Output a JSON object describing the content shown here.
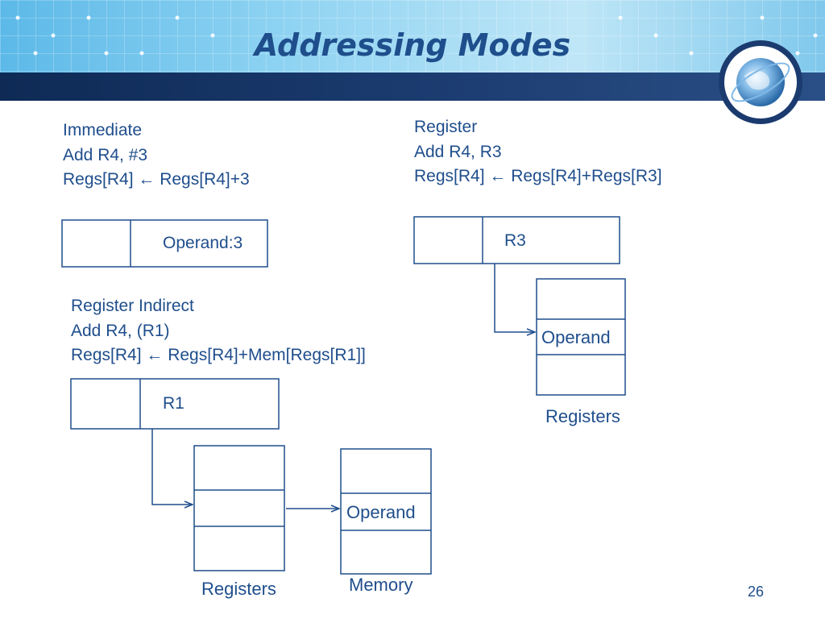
{
  "title": "Addressing Modes",
  "immediate": {
    "name": "Immediate",
    "instruction": "Add R4, #3",
    "semantics": "Regs[R4] ← Regs[R4]+3",
    "field": "Operand:3"
  },
  "register": {
    "name": "Register",
    "instruction": "Add R4, R3",
    "semantics": "Regs[R4] ← Regs[R4]+Regs[R3]",
    "field": "R3",
    "operand_cell": "Operand",
    "bank_label": "Registers"
  },
  "register_indirect": {
    "name": "Register Indirect",
    "instruction": "Add R4, (R1)",
    "semantics": "Regs[R4] ← Regs[R4]+Mem[Regs[R1]]",
    "field": "R1",
    "registers_label": "Registers",
    "memory_operand_cell": "Operand",
    "memory_label": "Memory"
  },
  "page_number": "26",
  "colors": {
    "text": "#1f4e8c",
    "box_stroke": "#1f4e8c",
    "header_band": "#1b3b6f"
  },
  "icons": [
    "globe-icon",
    "arrow-right-icon"
  ]
}
